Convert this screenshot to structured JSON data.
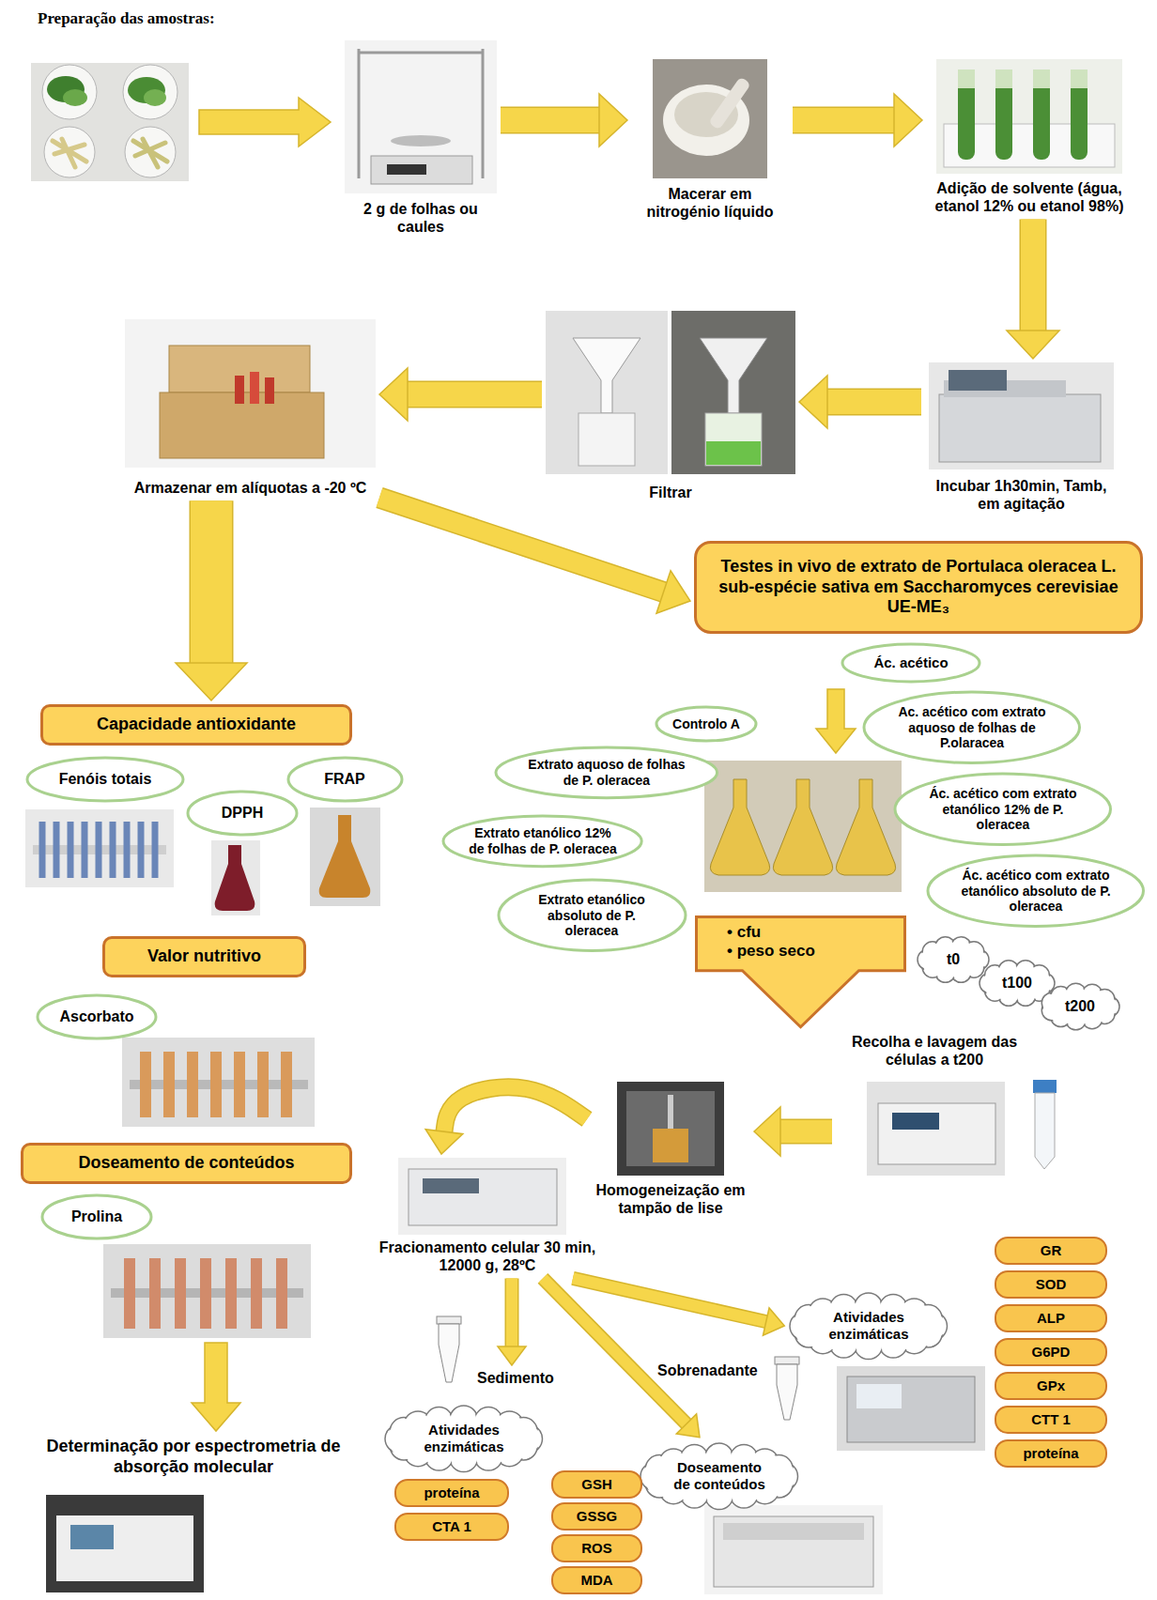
{
  "diagram": {
    "title": "Preparação das amostras:",
    "nodes": [
      {
        "text": [
          "2 g de folhas ou caules"
        ]
      },
      {
        "text": [
          "Macerar em nitrogénio líquido"
        ]
      },
      {
        "text": [
          "Adição de solvente (água, etanol 12% ou etanol 98%)"
        ]
      },
      {
        "text": [
          "Incubar 1h30min, Tamb, em agitação"
        ]
      },
      {
        "text": [
          "Filtrar"
        ]
      },
      {
        "text": [
          "Armazenar em alíquotas a -20 ºC"
        ]
      },
      {
        "text": [
          "Testes in vivo de extrato de Portulaca oleracea L. sub-espécie sativa em Saccharomyces cerevisiae UE-ME₃"
        ]
      },
      {
        "text": [
          "Capacidade antioxidante"
        ]
      },
      {
        "text": [
          "Fenóis totais"
        ]
      },
      {
        "text": [
          "DPPH"
        ]
      },
      {
        "text": [
          "FRAP"
        ]
      },
      {
        "text": [
          "Valor nutritivo"
        ]
      },
      {
        "text": [
          "Ascorbato"
        ]
      },
      {
        "text": [
          "Doseamento de conteúdos"
        ]
      },
      {
        "text": [
          "Prolina"
        ]
      },
      {
        "text": [
          "Determinação por espectrometria de absorção molecular"
        ]
      },
      {
        "text": [
          "Ác. acético"
        ]
      },
      {
        "text": [
          "Ac. acético com extrato aquoso de folhas de P.olaracea"
        ]
      },
      {
        "text": [
          "Ác. acético com extrato etanólico 12% de P. oleracea"
        ]
      },
      {
        "text": [
          "Ác. acético com extrato etanólico absoluto de P. oleracea"
        ]
      },
      {
        "text": [
          "Controlo A"
        ]
      },
      {
        "text": [
          "Extrato aquoso de folhas de P. oleracea"
        ]
      },
      {
        "text": [
          "Extrato etanólico 12% de folhas de P. oleracea"
        ]
      },
      {
        "text": [
          "Extrato etanólico absoluto de P. oleracea"
        ]
      },
      {
        "text": [
          "• cfu",
          "• peso seco"
        ]
      },
      {
        "text": [
          "t0"
        ]
      },
      {
        "text": [
          "t100"
        ]
      },
      {
        "text": [
          "t200"
        ]
      },
      {
        "text": [
          "Recolha e lavagem das células a t200"
        ]
      },
      {
        "text": [
          "Homogeneização em tampão de lise"
        ]
      },
      {
        "text": [
          "Fracionamento celular 30 min, 12000 g, 28ºC"
        ]
      },
      {
        "text": [
          "Sedimento"
        ]
      },
      {
        "text": [
          "Atividades enzimáticas"
        ]
      },
      {
        "text": [
          "proteína"
        ]
      },
      {
        "text": [
          "CTA 1"
        ]
      },
      {
        "text": [
          "Sobrenadante"
        ]
      },
      {
        "text": [
          "Doseamento de conteúdos"
        ]
      },
      {
        "text": [
          "GSH"
        ]
      },
      {
        "text": [
          "GSSG"
        ]
      },
      {
        "text": [
          "ROS"
        ]
      },
      {
        "text": [
          "MDA"
        ]
      },
      {
        "text": [
          "Atividades enzimáticas"
        ]
      },
      {
        "text": [
          "GR"
        ]
      },
      {
        "text": [
          "SOD"
        ]
      },
      {
        "text": [
          "ALP"
        ]
      },
      {
        "text": [
          "G6PD"
        ]
      },
      {
        "text": [
          "GPx"
        ]
      },
      {
        "text": [
          "CTT 1"
        ]
      },
      {
        "text": [
          "proteína"
        ]
      }
    ],
    "edges": [
      {
        "from": 0,
        "to": 1,
        "arrow": "to"
      },
      {
        "from": 1,
        "to": 2,
        "arrow": "to"
      },
      {
        "from": 2,
        "to": 3,
        "arrow": "to"
      },
      {
        "from": 3,
        "to": 4,
        "arrow": "to"
      },
      {
        "from": 4,
        "to": 5,
        "arrow": "to"
      },
      {
        "from": 5,
        "to": 7,
        "arrow": "to"
      },
      {
        "from": 5,
        "to": 6,
        "arrow": "to"
      },
      {
        "from": 28,
        "to": 29,
        "arrow": "to"
      },
      {
        "from": 29,
        "to": 30,
        "arrow": "to"
      },
      {
        "from": 30,
        "to": 31,
        "arrow": "to"
      },
      {
        "from": 30,
        "to": 36,
        "arrow": "to"
      },
      {
        "from": 30,
        "to": 41,
        "arrow": "to"
      }
    ]
  }
}
